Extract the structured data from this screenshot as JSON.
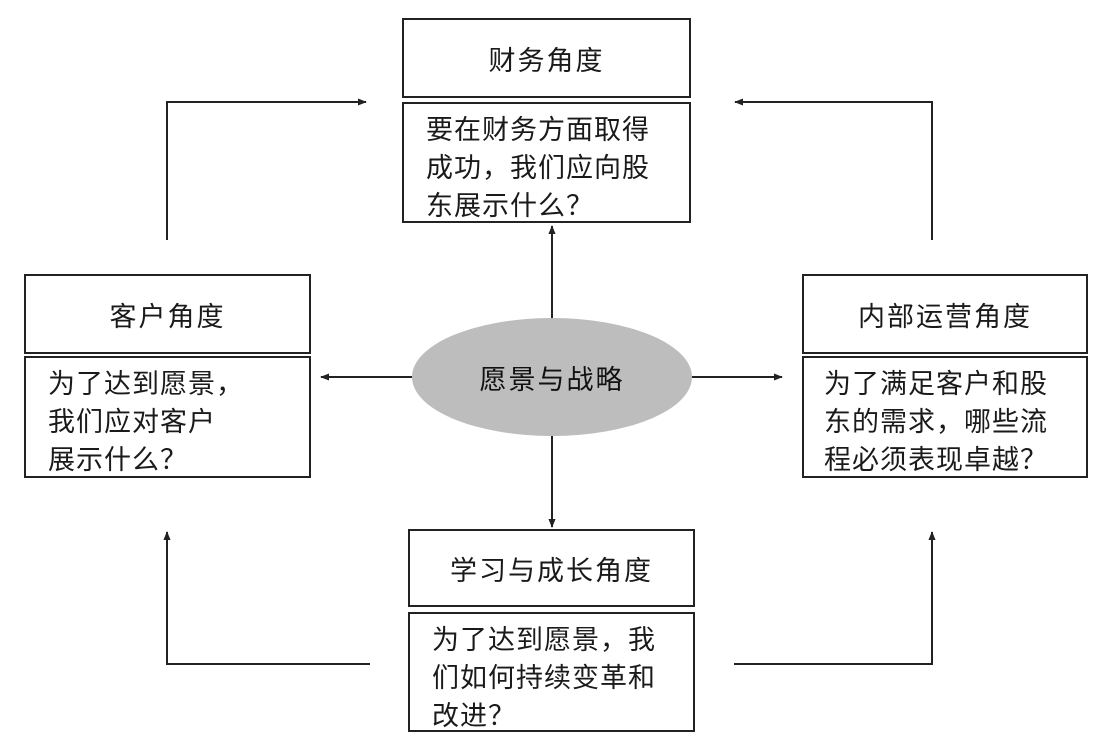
{
  "center": {
    "label": "愿景与战略"
  },
  "perspectives": {
    "financial": {
      "title": "财务角度",
      "question_lines": [
        "要在财务方面取得",
        "成功，我们应向股",
        "东展示什么？"
      ]
    },
    "customer": {
      "title": "客户角度",
      "question_lines": [
        "为了达到愿景，",
        "我们应对客户",
        "展示什么？"
      ]
    },
    "internal": {
      "title": "内部运营角度",
      "question_lines": [
        "为了满足客户和股",
        "东的需求，哪些流",
        "程必须表现卓越？"
      ]
    },
    "learning": {
      "title": "学习与成长角度",
      "question_lines": [
        "为了达到愿景，我",
        "们如何持续变革和",
        "改进？"
      ]
    }
  },
  "colors": {
    "ellipse_fill": "#bdbdbd",
    "line": "#222222"
  }
}
